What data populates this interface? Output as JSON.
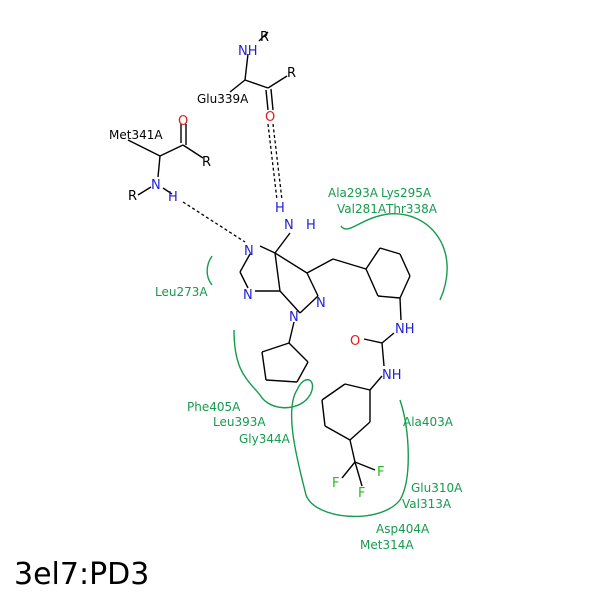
{
  "title": "3el7:PD3",
  "residues_contact": {
    "ala293": "Ala293A",
    "lys295": "Lys295A",
    "val281": "Val281A",
    "thr338": "Thr338A",
    "leu273": "Leu273A",
    "phe405": "Phe405A",
    "leu393": "Leu393A",
    "gly344": "Gly344A",
    "ala403": "Ala403A",
    "glu310": "Glu310A",
    "val313": "Val313A",
    "asp404": "Asp404A",
    "met314": "Met314A"
  },
  "residues_hbond": {
    "glu339": "Glu339A",
    "met341": "Met341A"
  },
  "atoms": {
    "n": "N",
    "o": "O",
    "f": "F",
    "h": "H",
    "r": "R",
    "nh": "NH"
  },
  "colors": {
    "nitrogen": "#1f1fd6",
    "oxygen": "#e01a1a",
    "fluorine": "#22bb22",
    "contact_arc": "#169a4e"
  }
}
